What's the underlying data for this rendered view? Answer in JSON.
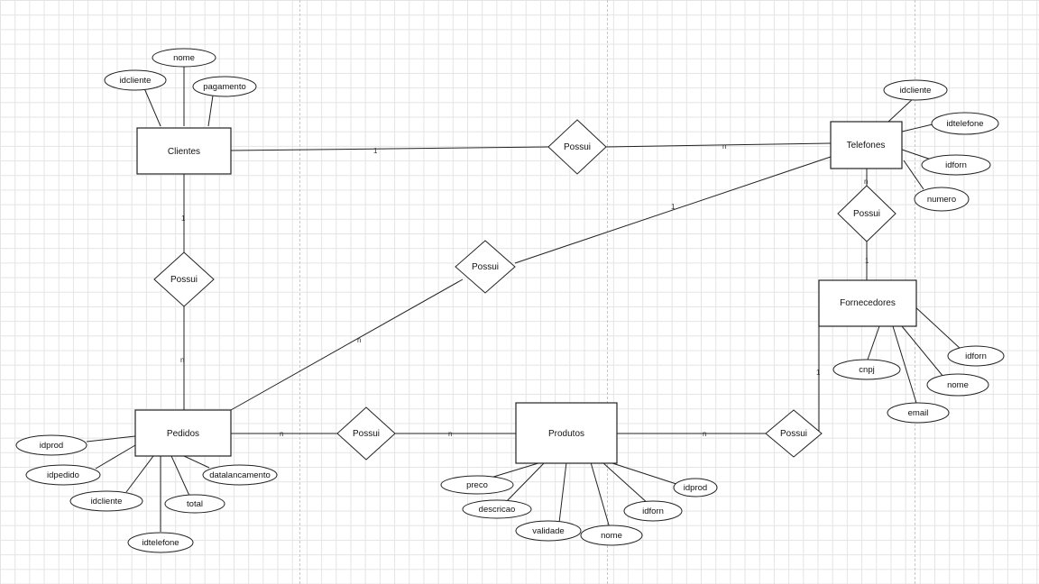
{
  "entities": {
    "clientes": "Clientes",
    "telefones": "Telefones",
    "pedidos": "Pedidos",
    "produtos": "Produtos",
    "fornecedores": "Fornecedores"
  },
  "relationships": {
    "clientes_telefones": "Possui",
    "clientes_pedidos": "Possui",
    "telefones_pedidos": "Possui",
    "telefones_fornecedores": "Possui",
    "pedidos_produtos": "Possui",
    "produtos_fornecedores": "Possui"
  },
  "attributes": {
    "clientes": {
      "nome": "nome",
      "idcliente": "idcliente",
      "pagamento": "pagamento"
    },
    "telefones": {
      "idcliente": "idcliente",
      "idtelefone": "idtelefone",
      "idforn": "idforn",
      "numero": "numero"
    },
    "fornecedores": {
      "cnpj": "cnpj",
      "email": "email",
      "nome": "nome",
      "idforn": "idforn"
    },
    "pedidos": {
      "idprod": "idprod",
      "idpedido": "idpedido",
      "idcliente": "idcliente",
      "idtelefone": "idtelefone",
      "total": "total",
      "datalancamento": "datalancamento"
    },
    "produtos": {
      "preco": "preco",
      "descricao": "descricao",
      "validade": "validade",
      "nome": "nome",
      "idforn": "idforn",
      "idprod": "idprod"
    }
  },
  "cardinalities": {
    "clientes_telefones_a": "1",
    "clientes_telefones_b": "n",
    "clientes_pedidos_a": "1",
    "clientes_pedidos_b": "n",
    "telefones_pedidos_a": "1",
    "telefones_pedidos_b": "n",
    "telefones_fornecedores_a": "n",
    "telefones_fornecedores_b": "1",
    "pedidos_produtos_a": "n",
    "pedidos_produtos_b": "n",
    "produtos_fornecedores_a": "n",
    "produtos_fornecedores_b": "1"
  }
}
